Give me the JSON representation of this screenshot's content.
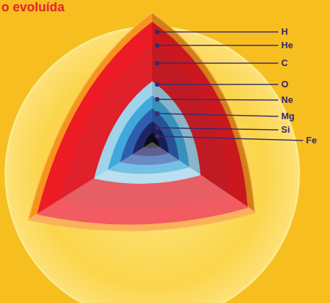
{
  "diagram": {
    "title": "o evoluída",
    "labels": [
      "H",
      "He",
      "C",
      "O",
      "Ne",
      "Mg",
      "Si",
      "Fe"
    ]
  }
}
